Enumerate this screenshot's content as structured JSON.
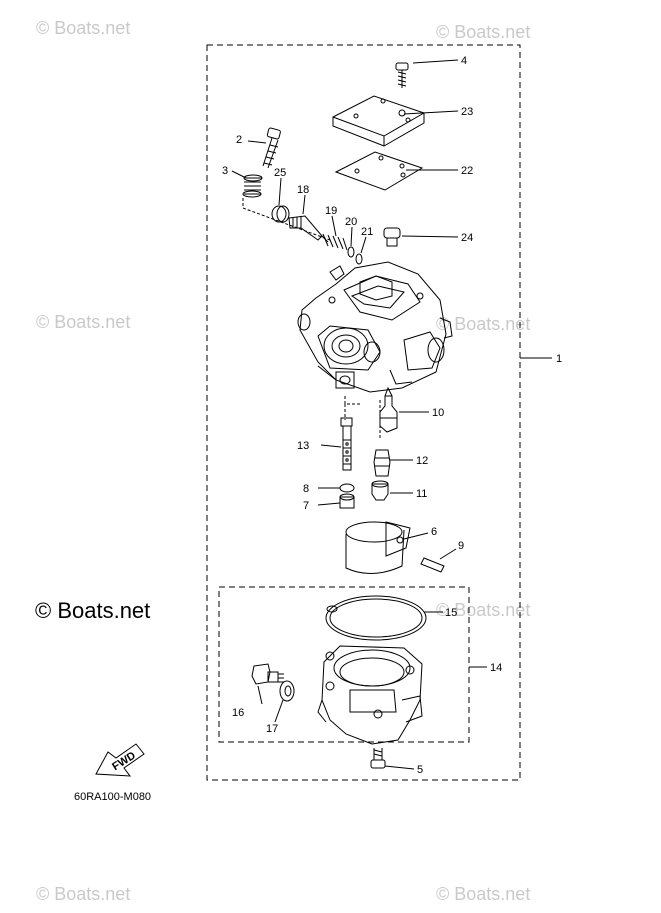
{
  "watermark": "© Boats.net",
  "brand": "© Boats.net",
  "diagram_code": "60RA100-M080",
  "fwd_label": "FWD",
  "callouts": {
    "c1": "1",
    "c2": "2",
    "c3": "3",
    "c4": "4",
    "c5": "5",
    "c6": "6",
    "c7": "7",
    "c8": "8",
    "c9": "9",
    "c10": "10",
    "c11": "11",
    "c12": "12",
    "c13": "13",
    "c14": "14",
    "c15": "15",
    "c16": "16",
    "c17": "17",
    "c18": "18",
    "c19": "19",
    "c20": "20",
    "c21": "21",
    "c22": "22",
    "c23": "23",
    "c24": "24",
    "c25": "25"
  }
}
